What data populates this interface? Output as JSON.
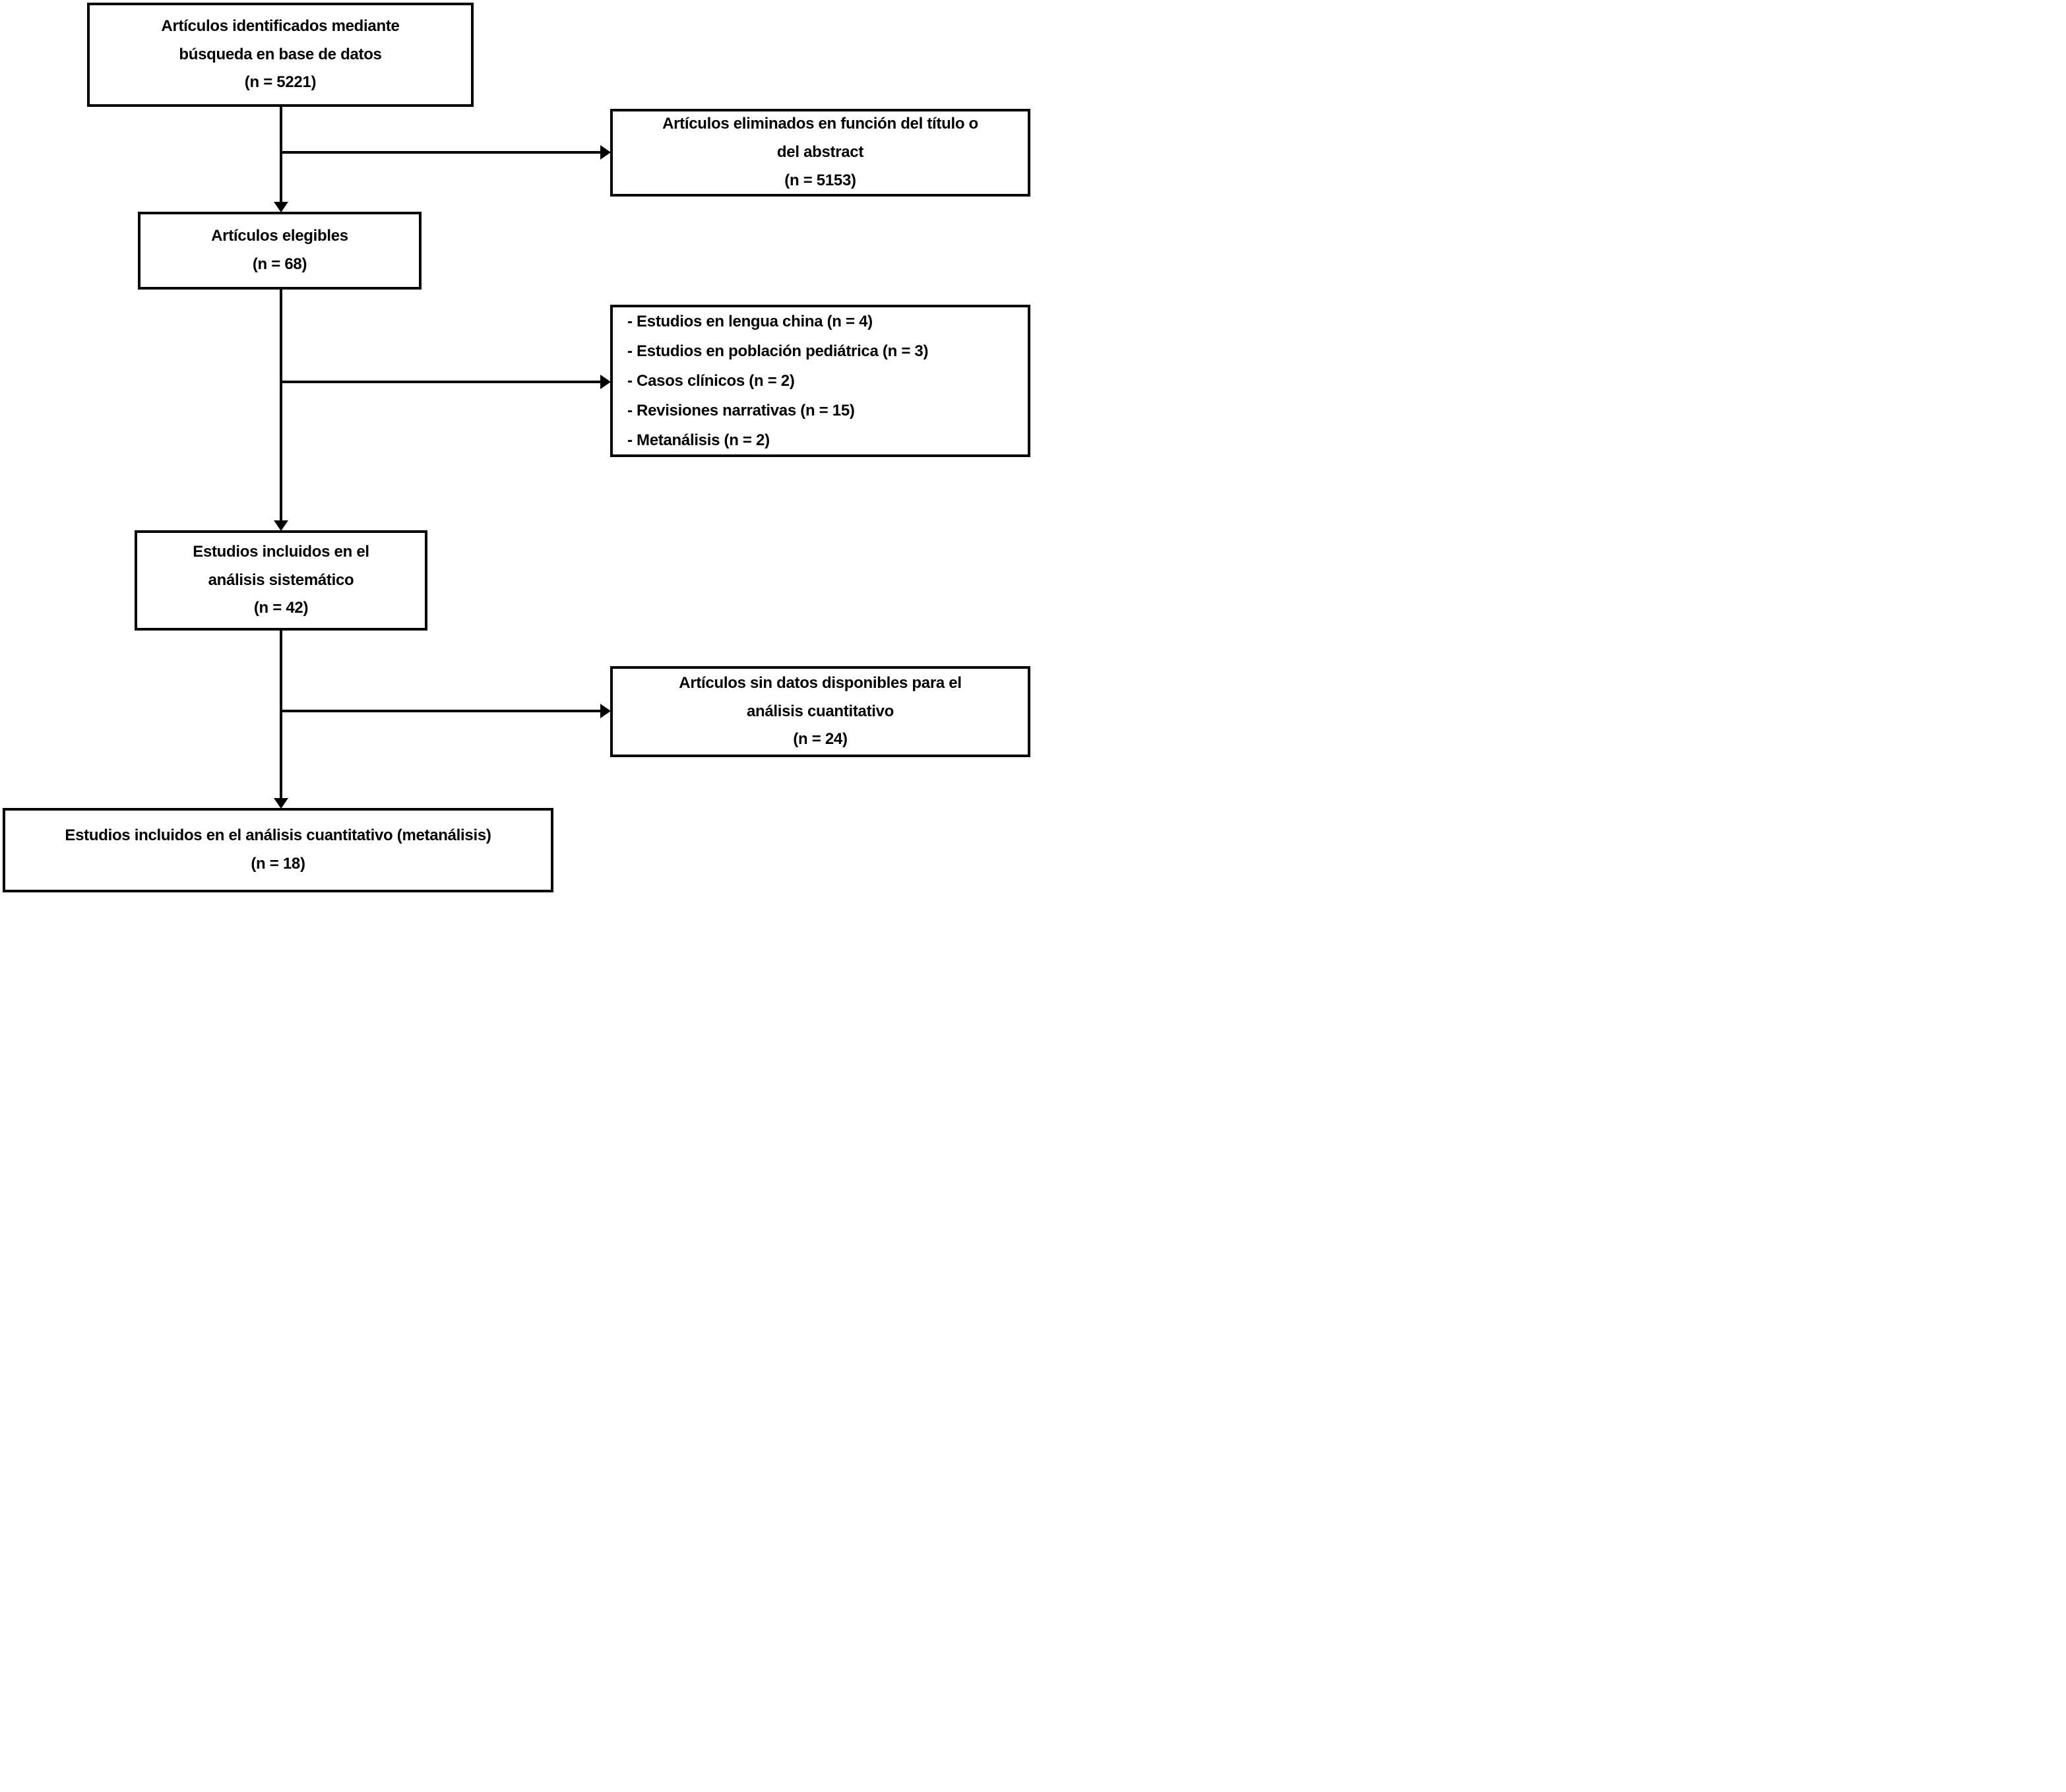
{
  "colors": {
    "background": "#ffffff",
    "border": "#000000",
    "text": "#000000"
  },
  "flowchart": {
    "identified": {
      "text": "Artículos identificados mediante\nbúsqueda en base de datos\n(n = 5221)"
    },
    "excluded_title_abstract": {
      "text": "Artículos eliminados en función del título o\ndel abstract\n(n = 5153)"
    },
    "eligible": {
      "text": "Artículos elegibles\n(n = 68)"
    },
    "exclusions": {
      "items": [
        "- Estudios en lengua china (n = 4)",
        "- Estudios en población pediátrica (n = 3)",
        "- Casos clínicos (n = 2)",
        "- Revisiones narrativas (n = 15)",
        "- Metanálisis (n = 2)"
      ]
    },
    "systematic": {
      "text": "Estudios incluidos en el\nanálisis sistemático\n(n = 42)"
    },
    "no_data": {
      "text": "Artículos sin datos disponibles para el\nanálisis cuantitativo\n(n = 24)"
    },
    "quantitative": {
      "text": "Estudios incluidos en el análisis cuantitativo (metanálisis)\n(n = 18)"
    },
    "connections": [
      {
        "from": "identified",
        "to": "eligible"
      },
      {
        "from": "identified",
        "to": "excluded_title_abstract"
      },
      {
        "from": "eligible",
        "to": "systematic"
      },
      {
        "from": "eligible",
        "to": "exclusions"
      },
      {
        "from": "systematic",
        "to": "quantitative"
      },
      {
        "from": "systematic",
        "to": "no_data"
      }
    ]
  }
}
